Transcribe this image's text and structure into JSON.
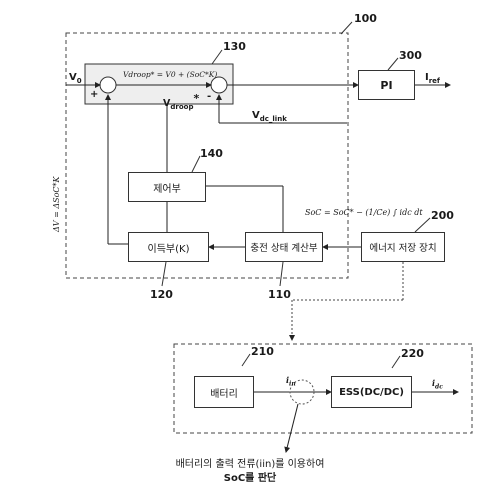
{
  "refs": {
    "r100": "100",
    "r130": "130",
    "r300": "300",
    "r140": "140",
    "r200": "200",
    "r120": "120",
    "r110": "110",
    "r210": "210",
    "r220": "220"
  },
  "blocks": {
    "pi": "PI",
    "control": "제어부",
    "gain": "이득부(K)",
    "soc_calc": "충전 상태 계산부",
    "storage": "에너지 저장 장치",
    "battery": "배터리",
    "ess": "ESS(DC/DC)"
  },
  "signals": {
    "v0": "V",
    "v0_sub": "0",
    "iref": "I",
    "iref_sub": "ref",
    "vdroop": "V",
    "vdroop_sub": "droop",
    "vdroop_sup": "*",
    "vdc_link": "V",
    "vdc_link_sub": "dc_link",
    "plus": "+",
    "minus": "-",
    "iin": "i",
    "iin_sub": "in",
    "idc": "i",
    "idc_sub": "dc"
  },
  "equations": {
    "droop_eq": "Vdroop* = V0 + (SoC*K)",
    "delta_v": "ΔV = ΔSoC*K",
    "soc_eq": "SoC = SoC* − (1/Ce) ∫ idc dt"
  },
  "caption": {
    "line1": "배터리의 출력 전류(iin)를 이용하여",
    "line2": "SoC를 판단"
  }
}
